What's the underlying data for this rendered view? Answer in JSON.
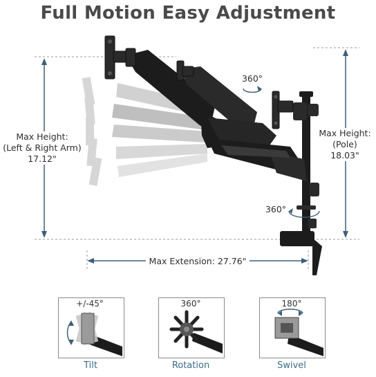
{
  "title": "Full Motion Easy Adjustment",
  "labels": {
    "left_height": [
      "Max Height:",
      "(Left & Right Arm)",
      "17.12\""
    ],
    "right_height": [
      "Max Height:",
      "(Pole)",
      "18.03\""
    ],
    "extension": "Max Extension: 27.76\"",
    "rot_top": "360°",
    "rot_pole": "360°"
  },
  "features": [
    {
      "top": "+/-45°",
      "caption": "Tilt"
    },
    {
      "top": "360°",
      "caption": "Rotation"
    },
    {
      "top": "180°",
      "caption": "Swivel"
    }
  ],
  "colors": {
    "arm": "#1c1c1c",
    "ghost": "#bdbdbd",
    "dim_line": "#3d5f7a",
    "dash": "#9a9a9a",
    "caption": "#3a6b8a"
  }
}
